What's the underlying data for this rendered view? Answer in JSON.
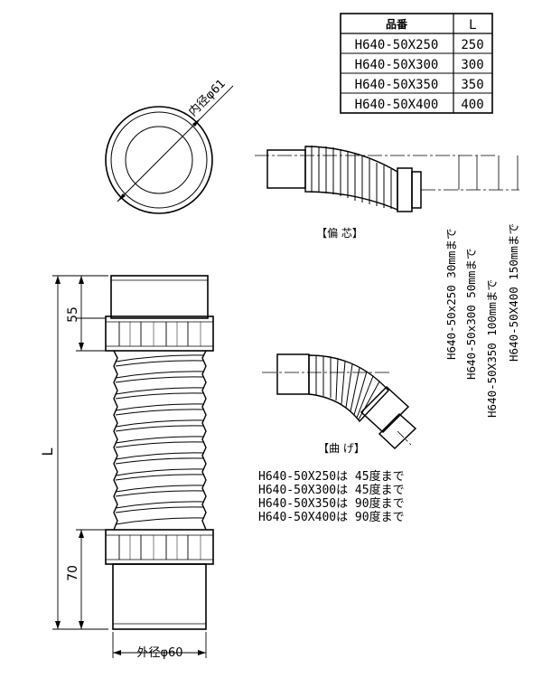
{
  "spec_table": {
    "headers": [
      "品番",
      "L"
    ],
    "rows": [
      [
        "H640-50X250",
        "250"
      ],
      [
        "H640-50X300",
        "300"
      ],
      [
        "H640-50X350",
        "350"
      ],
      [
        "H640-50X400",
        "400"
      ]
    ]
  },
  "top_view": {
    "inner_diameter_label": "内径φ61"
  },
  "front_view": {
    "top_dim": "55",
    "bottom_dim": "70",
    "length_label": "L",
    "outer_diameter_label": "外径φ60"
  },
  "offset_view": {
    "caption": "【偏 芯】",
    "notes": [
      "H640-50x250  30mmまで",
      "H640-50x300  50mmまで",
      "H640-50X350  100mmまで",
      "H640-50X400  150mmまで"
    ]
  },
  "bend_view": {
    "caption": "【曲 げ】",
    "notes": [
      "H640-50X250は  45度まで",
      "H640-50X300は  45度まで",
      "H640-50X350は  90度まで",
      "H640-50X400は  90度まで"
    ]
  }
}
